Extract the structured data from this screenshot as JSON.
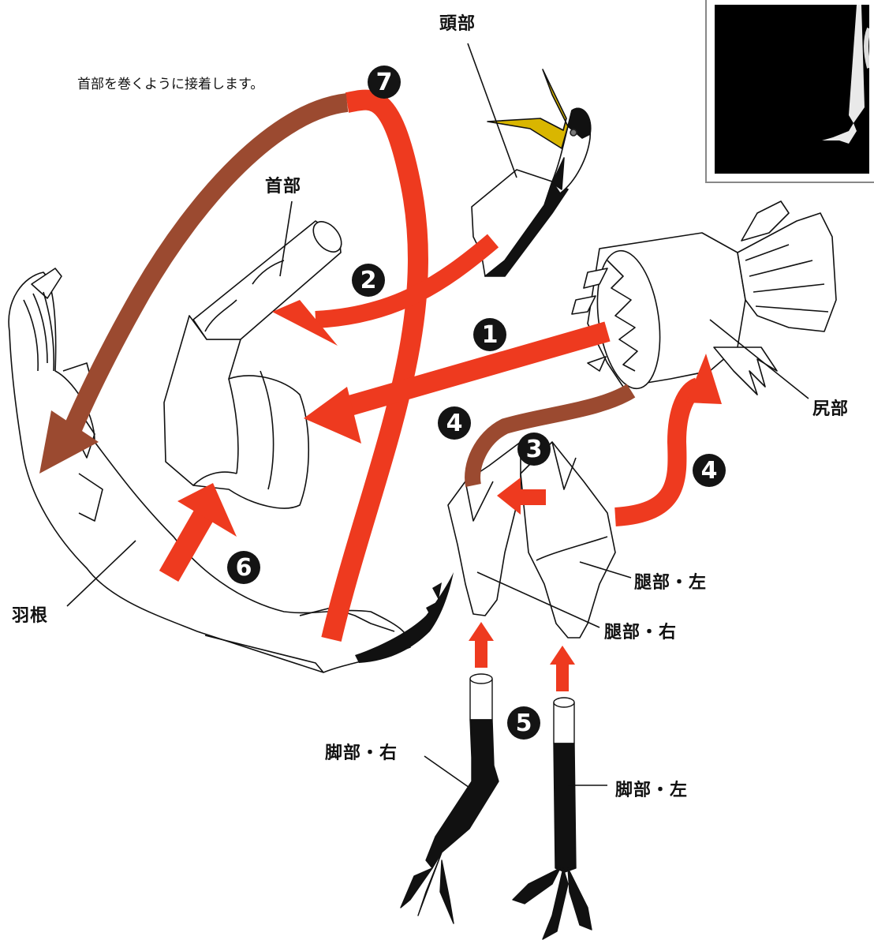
{
  "labels": {
    "head": "頭部",
    "neck": "首部",
    "rump": "尻部",
    "wing": "羽根",
    "thigh_left": "腿部・左",
    "thigh_right": "腿部・右",
    "leg_right": "脚部・右",
    "leg_left": "脚部・左"
  },
  "note": "首部を巻くように接着します。",
  "steps": {
    "s1": "1",
    "s2": "2",
    "s3": "3",
    "s4a": "4",
    "s4b": "4",
    "s5": "5",
    "s6": "6",
    "s7": "7"
  },
  "colors": {
    "arrow_red": "#ee3a1f",
    "arrow_brown": "#9b4a30",
    "beak_yellow": "#d9b600",
    "step_fill": "#141414"
  }
}
